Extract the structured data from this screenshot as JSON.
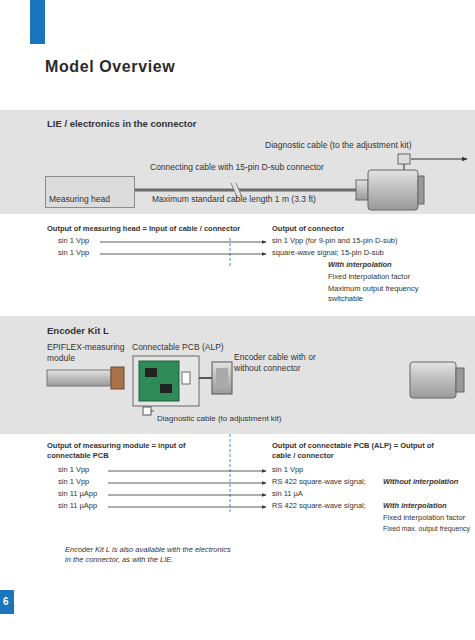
{
  "diagram": {
    "title": "Model Overview",
    "caption": "Encoder Kit L is also available with the electronics in the connector, as with the LIE.",
    "nodes": [
      {
        "text": [
          "LIE / electronics in the connector"
        ]
      },
      {
        "text": [
          "Measuring head"
        ],
        "in": 0
      },
      {
        "text": [
          "Encoder Kit L"
        ]
      },
      {
        "text": [
          "EPIFLEX-measuring module"
        ],
        "in": 2
      },
      {
        "text": [
          "Connectable PCB (ALP)"
        ],
        "in": 2
      },
      {
        "text": [
          "Encoder cable with or without connector"
        ],
        "in": 2
      }
    ],
    "edges": [
      {
        "from": 3,
        "to": 4,
        "arrow": "none"
      },
      {
        "from": 4,
        "to": 5,
        "arrow": "none"
      }
    ],
    "labels": [
      "Diagnostic cable (to the adjustment kit)",
      "Connecting cable with 15-pin D-sub connector",
      "Maximum standard cable length 1 m (3.3 ft)",
      "Output of measuring head = Input of cable / connector",
      "Output of connector",
      "sin 1 Vpp",
      "sin 1 Vpp",
      "sin 1 Vpp (for 9-pin and 15-pin D-sub)",
      "square-wave signal; 15-pin D-sub",
      "With interpolation",
      "Fixed interpolation factor",
      "Maximum output frequency switchable",
      "Diagnostic cable (to adjustment kit)",
      "Output of measuring module = input of connectable PCB",
      "Output of connectable PCB (ALP) = Output of cable / connector",
      "sin 1 Vpp",
      "sin 1 Vpp",
      "sin 11 µApp",
      "sin 11 µApp",
      "sin 1 Vpp",
      "RS 422 square-wave signal;",
      "Without interpolation",
      "sin 11 µA",
      "RS 422 square-wave signal;",
      "With interpolation",
      "Fixed interpolation factor",
      "Fixed max. output frequency",
      "6"
    ]
  }
}
